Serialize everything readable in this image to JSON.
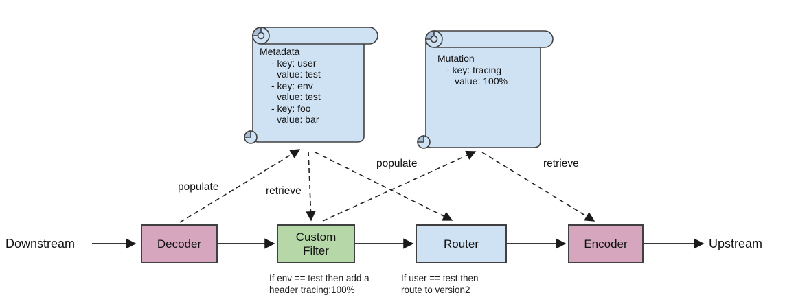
{
  "diagram": {
    "endpoints": {
      "left": "Downstream",
      "right": "Upstream"
    },
    "nodes": [
      {
        "id": "decoder",
        "label": "Decoder",
        "fill": "#d5a6bd"
      },
      {
        "id": "custom-filter",
        "label": "Custom Filter",
        "fill": "#b6d7a8",
        "caption": [
          "If env == test then add a",
          "header tracing:100%"
        ]
      },
      {
        "id": "router",
        "label": "Router",
        "fill": "#cfe2f3",
        "caption": [
          "If user == test then",
          "route to version2"
        ]
      },
      {
        "id": "encoder",
        "label": "Encoder",
        "fill": "#d5a6bd"
      }
    ],
    "scrolls": {
      "metadata": {
        "lines": [
          "Metadata",
          "- key: user",
          "value: test",
          "- key: env",
          "value: test",
          "- key: foo",
          "value: bar"
        ]
      },
      "mutation": {
        "lines": [
          "Mutation",
          "- key: tracing",
          "value: 100%"
        ]
      }
    },
    "edge_labels": {
      "populate_decoder_to_metadata": "populate",
      "retrieve_metadata_to_filter": "retrieve",
      "populate_filter_to_mutation": "populate",
      "retrieve_mutation_to_encoder": "retrieve"
    },
    "colors": {
      "node_pink": "#d5a6bd",
      "node_green": "#b6d7a8",
      "node_blue": "#cfe2f3",
      "scroll_fill": "#cfe2f3",
      "scroll_shade": "#a6bcd8",
      "border": "#404040",
      "arrow": "#1a1a1a"
    }
  }
}
